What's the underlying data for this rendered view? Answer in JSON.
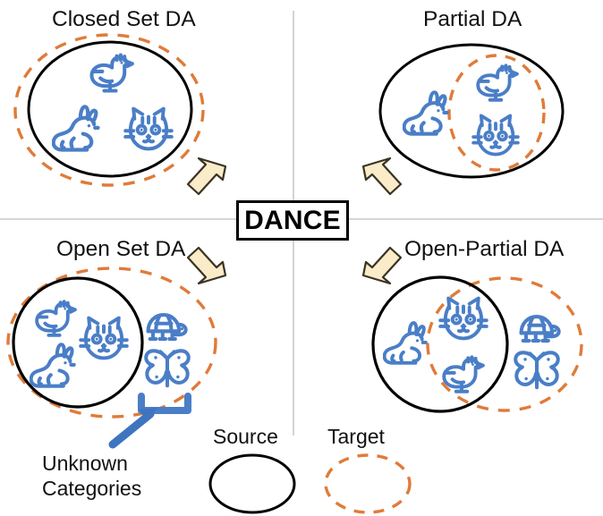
{
  "figure": {
    "center_label": "DANCE",
    "quadrants": [
      {
        "id": "closed-set-da",
        "title": "Closed Set DA"
      },
      {
        "id": "partial-da",
        "title": "Partial DA"
      },
      {
        "id": "open-set-da",
        "title": "Open Set DA"
      },
      {
        "id": "open-partial-da",
        "title": "Open-Partial DA"
      }
    ],
    "annotations": {
      "unknown_categories": "Unknown\nCategories"
    },
    "legend": {
      "source_label": "Source",
      "target_label": "Target"
    },
    "colors": {
      "source_outline": "#000000",
      "target_outline": "#e07b39",
      "icon_blue": "#4a7ec7",
      "arrow_fill": "#faecc8",
      "arrow_stroke": "#3a3222",
      "divider": "#c9c9c9",
      "text": "#111111"
    },
    "icons": {
      "closed_set_da": [
        "bird-icon",
        "rabbit-icon",
        "cat-icon"
      ],
      "partial_da": [
        "rabbit-icon",
        "bird-icon",
        "cat-icon"
      ],
      "open_set_da": [
        "bird-icon",
        "cat-icon",
        "rabbit-icon",
        "turtle-icon",
        "butterfly-icon"
      ],
      "open_partial_da": [
        "rabbit-icon",
        "cat-icon",
        "bird-icon",
        "turtle-icon",
        "butterfly-icon"
      ]
    },
    "arrows": [
      {
        "id": "arrow-to-closed-set-da",
        "direction": "up-left"
      },
      {
        "id": "arrow-to-partial-da",
        "direction": "up-right"
      },
      {
        "id": "arrow-to-open-set-da",
        "direction": "down-left"
      },
      {
        "id": "arrow-to-open-partial-da",
        "direction": "down-right"
      }
    ]
  }
}
